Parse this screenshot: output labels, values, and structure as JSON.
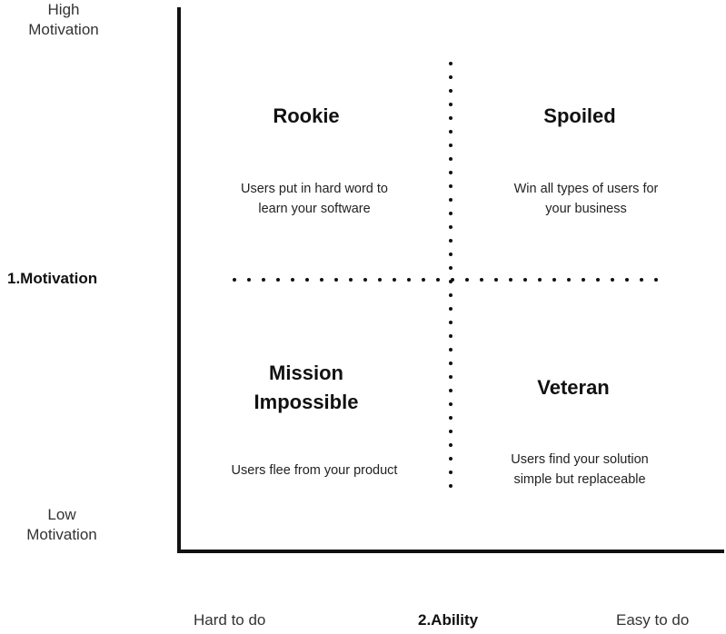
{
  "y_axis": {
    "title": "1.Motivation",
    "high_label": "High\nMotivation",
    "low_label": "Low\nMotivation"
  },
  "x_axis": {
    "title": "2.Ability",
    "left_label": "Hard to do",
    "right_label": "Easy to do"
  },
  "quadrants": {
    "top_left": {
      "title": "Rookie",
      "description": "Users put in hard word to\nlearn your software"
    },
    "top_right": {
      "title": "Spoiled",
      "description": "Win all types of users for\nyour business"
    },
    "bottom_left": {
      "title": "Mission\nImpossible",
      "description": "Users flee from your product"
    },
    "bottom_right": {
      "title": "Veteran",
      "description": "Users find your solution\nsimple but replaceable"
    }
  },
  "colors": {
    "axis": "#111111",
    "divider": "#111111"
  }
}
